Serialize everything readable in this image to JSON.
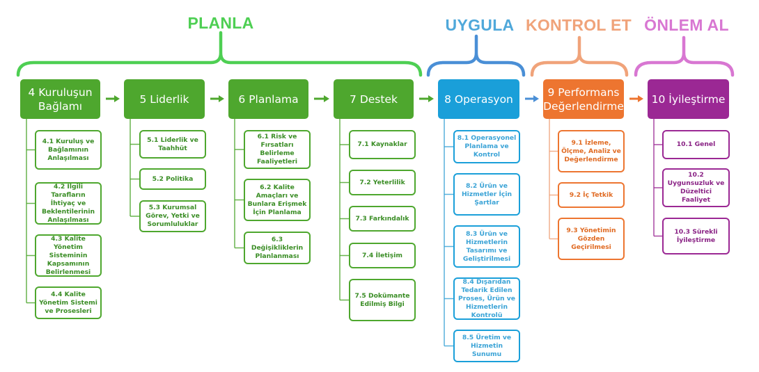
{
  "title": "ISO 9001 PUKÖ Döngüsü",
  "colors": {
    "planla": "#4ecf53",
    "planla_box": "#4ea72e",
    "planla_text": "#3a8d25",
    "uygula": "#4a8fd6",
    "uygula_label": "#4fa8da",
    "uygula_box": "#1a9fd9",
    "uygula_text": "#3aa3d6",
    "kontrol": "#f0a37a",
    "kontrol_box": "#ed7530",
    "kontrol_text": "#e06a22",
    "onlem": "#d877d2",
    "onlem_box": "#9b2894",
    "onlem_text": "#8a2385"
  },
  "phases": [
    {
      "id": "planla",
      "label": "PLANLA"
    },
    {
      "id": "uygula",
      "label": "UYGULA"
    },
    {
      "id": "kontrol",
      "label": "KONTROL ET"
    },
    {
      "id": "onlem",
      "label": "ÖNLEM AL"
    }
  ],
  "clauses": [
    {
      "label": "4 Kuruluşun Bağlamı",
      "phase": "planla",
      "items": [
        "4.1 Kuruluş ve Bağlamının Anlaşılması",
        "4.2 İlgili Tarafların İhtiyaç ve Beklentilerinin Anlaşılması",
        "4.3 Kalite Yönetim Sisteminin Kapsamının Belirlenmesi",
        "4.4 Kalite Yönetim Sistemi ve Prosesleri"
      ]
    },
    {
      "label": "5 Liderlik",
      "phase": "planla",
      "items": [
        "5.1 Liderlik ve Taahhüt",
        "5.2 Politika",
        "5.3 Kurumsal Görev, Yetki ve Sorumluluklar"
      ]
    },
    {
      "label": "6 Planlama",
      "phase": "planla",
      "items": [
        "6.1 Risk ve Fırsatları Belirleme Faaliyetleri",
        "6.2 Kalite Amaçları ve Bunlara Erişmek İçin Planlama",
        "6.3 Değişikliklerin Planlanması"
      ]
    },
    {
      "label": "7 Destek",
      "phase": "planla",
      "items": [
        "7.1 Kaynaklar",
        "7.2 Yeterlilik",
        "7.3 Farkındalık",
        "7.4 İletişim",
        "7.5 Dokümante Edilmiş Bilgi"
      ]
    },
    {
      "label": "8 Operasyon",
      "phase": "uygula",
      "items": [
        "8.1 Operasyonel Planlama ve Kontrol",
        "8.2 Ürün ve Hizmetler İçin Şartlar",
        "8.3 Ürün ve Hizmetlerin Tasarımı ve Geliştirilmesi",
        "8.4 Dışarıdan Tedarik Edilen Proses, Ürün ve Hizmetlerin Kontrolü",
        "8.5 Üretim ve Hizmetin Sunumu"
      ]
    },
    {
      "label": "9 Performans Değerlendirme",
      "phase": "kontrol",
      "items": [
        "9.1 İzleme, Ölçme, Analiz ve Değerlendirme",
        "9.2 İç Tetkik",
        "9.3 Yönetimin Gözden Geçirilmesi"
      ]
    },
    {
      "label": "10 İyileştirme",
      "phase": "onlem",
      "items": [
        "10.1 Genel",
        "10.2 Uygunsuzluk ve Düzeltici Faaliyet",
        "10.3 Sürekli İyileştirme"
      ]
    }
  ]
}
